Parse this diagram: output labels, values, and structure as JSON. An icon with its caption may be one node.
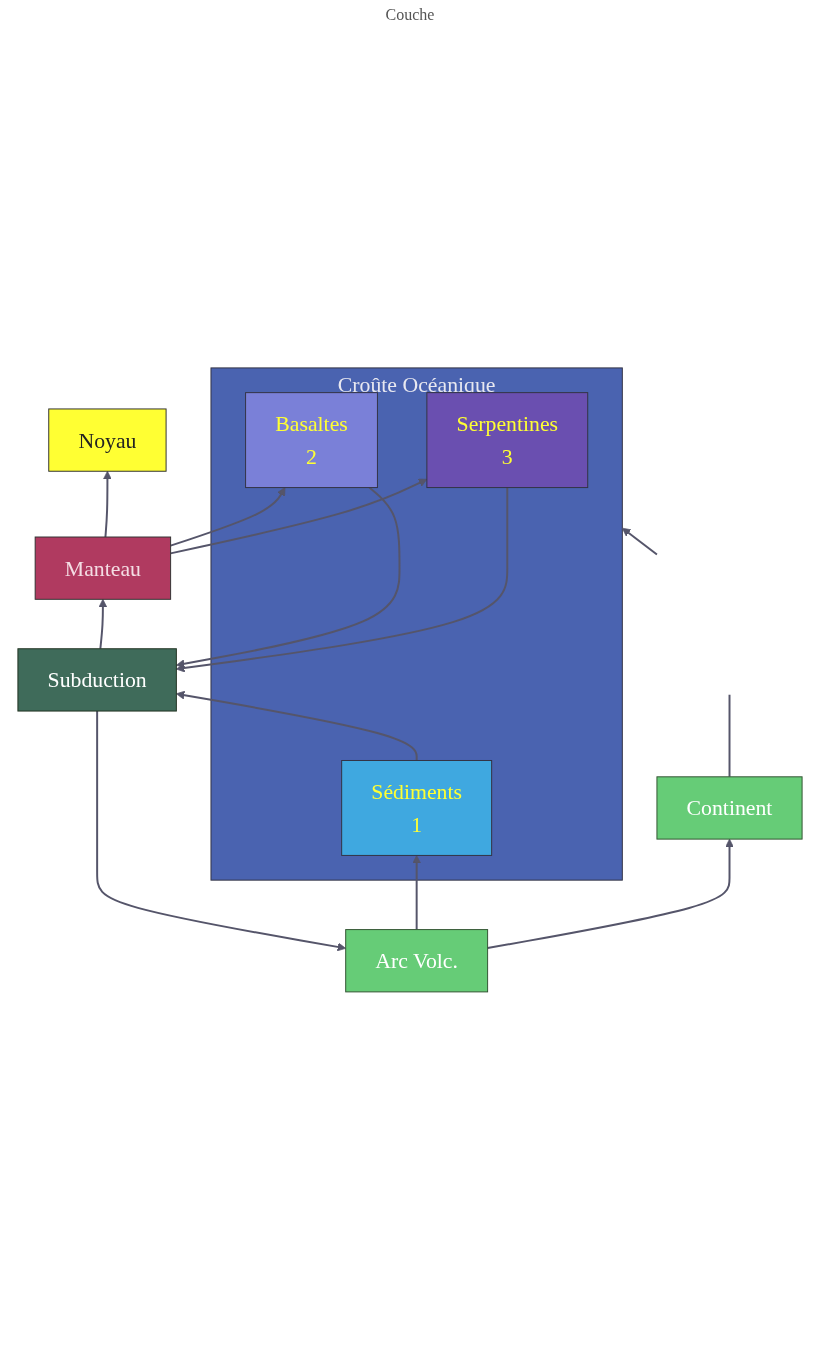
{
  "diagram": {
    "nodes": [
      {
        "text": [
          "Continent"
        ]
      },
      {
        "text": [
          "Arc Volc."
        ]
      },
      {
        "text": [
          "Subduction"
        ]
      },
      {
        "text": [
          "Croûte Océanique"
        ]
      },
      {
        "text": [
          "Serpentines",
          "3"
        ],
        "in": 3
      },
      {
        "text": [
          "Basaltes",
          "2"
        ],
        "in": 3
      },
      {
        "text": [
          "Sédiments",
          "1"
        ],
        "in": 3
      },
      {
        "text": [
          "Manteau"
        ]
      },
      {
        "text": [
          "Noyau"
        ]
      }
    ],
    "edges": [
      {
        "from": 0,
        "to": null,
        "arrow": "none"
      },
      {
        "from": 1,
        "to": 0,
        "arrow": "to"
      },
      {
        "from": 2,
        "to": 1,
        "arrow": "to"
      },
      {
        "from": 1,
        "to": 6,
        "arrow": "to"
      },
      {
        "from": null,
        "to": 3,
        "arrow": "to"
      },
      {
        "from": 2,
        "to": 7,
        "arrow": "to"
      },
      {
        "from": 4,
        "to": 2,
        "arrow": "to"
      },
      {
        "from": 5,
        "to": 2,
        "arrow": "to"
      },
      {
        "from": 6,
        "to": 2,
        "arrow": "to"
      },
      {
        "from": 7,
        "to": 4,
        "arrow": "to"
      },
      {
        "from": 7,
        "to": 5,
        "arrow": "to"
      },
      {
        "from": 7,
        "to": 8,
        "arrow": "to"
      }
    ],
    "labels": [
      "Couche"
    ]
  }
}
